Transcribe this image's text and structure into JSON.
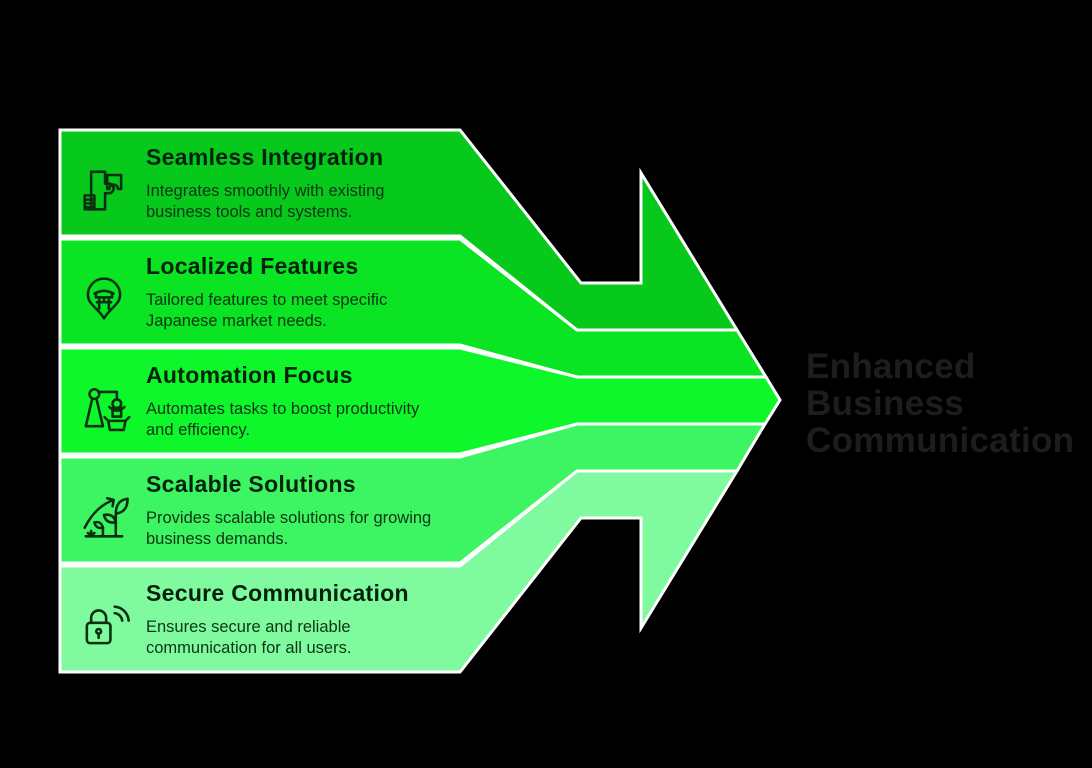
{
  "palette": {
    "background": "#000000",
    "divider": "#ffffff",
    "icon_stroke": "#0a3010",
    "step_title": "#04220a",
    "step_desc": "#0e3413",
    "result": "#1d1d1d"
  },
  "steps": [
    {
      "title": "Seamless Integration",
      "description_lines": [
        "Integrates smoothly with existing",
        "business tools and systems."
      ],
      "icon": "puzzle-integration-icon",
      "color": "#06C91C"
    },
    {
      "title": "Localized Features",
      "description_lines": [
        "Tailored features to meet specific",
        "Japanese market needs."
      ],
      "icon": "map-pin-torii-icon",
      "color": "#0BE423"
    },
    {
      "title": "Automation Focus",
      "description_lines": [
        "Automates tasks to boost productivity",
        "and efficiency."
      ],
      "icon": "robotic-arm-icon",
      "color": "#0EF72B"
    },
    {
      "title": "Scalable Solutions",
      "description_lines": [
        "Provides scalable solutions for growing",
        "business demands."
      ],
      "icon": "growth-plant-icon",
      "color": "#3DF563"
    },
    {
      "title": "Secure Communication",
      "description_lines": [
        "Ensures secure and reliable",
        "communication for all users."
      ],
      "icon": "lock-signal-icon",
      "color": "#7FFA9E"
    }
  ],
  "result_label": {
    "text": "Enhanced Business Communication",
    "lines": [
      "Enhanced",
      "Business",
      "Communication"
    ]
  }
}
